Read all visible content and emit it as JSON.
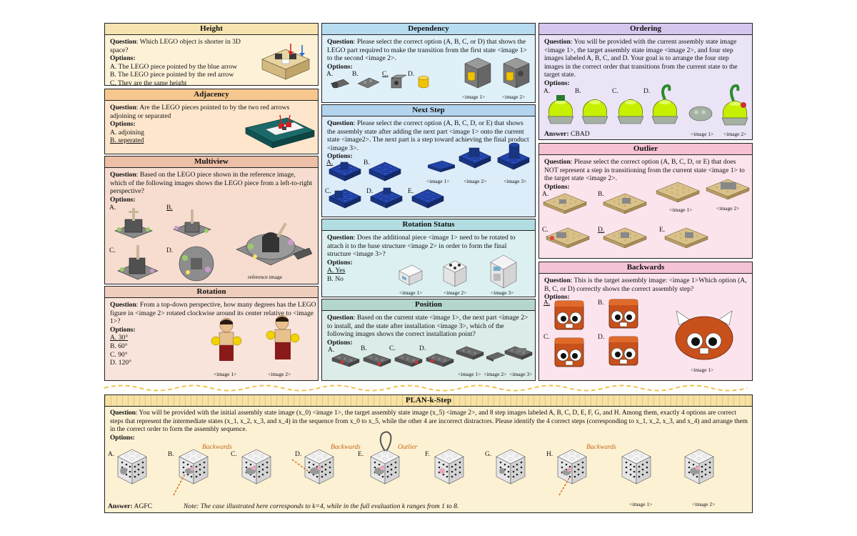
{
  "height": {
    "title": "Height",
    "question_label": "Question",
    "question": ": Which LEGO object is shorter in 3D space?",
    "options_label": "Options:",
    "options": [
      "A. The LEGO piece pointed by the blue arrow",
      "B. The LEGO piece pointed by the red arrow",
      "C. They are the same height"
    ]
  },
  "adjacency": {
    "title": "Adjacency",
    "question_label": "Question",
    "question": ": Are the LEGO pieces pointed to by the two red arrows adjoining or separated",
    "options_label": "Options:",
    "options": [
      "A. adjoining",
      "B. seperated"
    ]
  },
  "multiview": {
    "title": "Multiview",
    "question_label": "Question",
    "question": ": Based on the LEGO piece shown in the reference image, which of the following images shows the LEGO piece from a left-to-right perspective?",
    "options_label": "Options:",
    "labels": [
      "A.",
      "B.",
      "C.",
      "D."
    ],
    "ref_caption": "reference image"
  },
  "rotation": {
    "title": "Rotation",
    "question_label": "Question",
    "question": ": From a top-down perspective, how many degrees has the LEGO figure in <image 2> rotated clockwise around its center relative to <image 1>?",
    "options_label": "Options:",
    "options": [
      "A. 30°",
      "B. 60°",
      "C. 90°",
      "D. 120°"
    ],
    "captions": [
      "<image 1>",
      "<image 2>"
    ]
  },
  "dependency": {
    "title": "Dependency",
    "question_label": "Question",
    "question": ": Please select the correct option (A, B, C, or D) that shows the LEGO part required to make the transition from the first state <image 1>  to the second <image 2>.",
    "options_label": "Options:",
    "labels": [
      "A.",
      "B.",
      "C.",
      "D."
    ],
    "captions": [
      "<image 1>",
      "<image 2>"
    ]
  },
  "nextstep": {
    "title": "Next Step",
    "question_label": "Question",
    "question": ": Please select the correct option (A, B, C, D, or E) that shows the assembly state after adding the next part <image 1> onto the current state <image2>. The next part is a step toward achieving the final product <image 3>.",
    "options_label": "Options:",
    "labels": [
      "A.",
      "B.",
      "C.",
      "D.",
      "E."
    ],
    "captions": [
      "<image 1>",
      "<image 2>",
      "<image 3>"
    ]
  },
  "rotstatus": {
    "title": "Rotation Status",
    "question_label": "Question",
    "question": ": Does the additional piece <image 1> need to be rotated to attach it to the base structure <image 2> in order to form the final structure <image 3>?",
    "options_label": "Options:",
    "options": [
      "A. Yes",
      "B. No"
    ],
    "captions": [
      "<image 1>",
      "<image 2>",
      "<image 3>"
    ]
  },
  "position": {
    "title": "Position",
    "question_label": "Question",
    "question": ": Based on the current state <image 1>, the next part <image 2> to install, and the state after installation <image 3>, which of the following images shows the correct installation point?",
    "options_label": "Options:",
    "labels": [
      "A.",
      "B.",
      "C.",
      "D."
    ],
    "captions": [
      "<image 1>",
      "<image 2>",
      "<image 3>"
    ]
  },
  "ordering": {
    "title": "Ordering",
    "question_label": "Question",
    "question": ": You will be provided with the current assembly state image <image 1>, the target assembly state image <image 2>, and four step images labeled A, B, C, and D. Your goal is to arrange the four step images in the correct order that transitions from the current state to the target state.",
    "options_label": "Options:",
    "labels": [
      "A.",
      "B.",
      "C.",
      "D."
    ],
    "captions": [
      "<image 1>",
      "<image 2>"
    ],
    "answer_label": "Answer:",
    "answer": "CBAD"
  },
  "outlier": {
    "title": "Outlier",
    "question_label": "Question",
    "question": ": Please select the correct option (A, B, C, D, or E) that does NOT represent a step in transitioning from the current state <image 1> to the target state <image 2>.",
    "options_label": "Options:",
    "labels": [
      "A.",
      "B.",
      "C.",
      "D.",
      "E."
    ],
    "captions": [
      "<image 1>",
      "<image 2>"
    ]
  },
  "backwards": {
    "title": "Backwards",
    "question_label": "Question",
    "question": ": This is the target assembly image: <image 1>Which option (A, B, C, or D) correctly shows the correct assembly step?",
    "options_label": "Options:",
    "labels": [
      "A.",
      "B.",
      "C.",
      "D."
    ],
    "captions": [
      "<image 1>"
    ]
  },
  "plank": {
    "title": "PLAN-k-Step",
    "question_label": "Question",
    "question": ": You will be provided with the initial assembly state image (x_0) <image 1>, the target assembly state image (x_5) <image 2>, and 8 step images labeled A, B, C, D, E, F, G, and H.  Among them, exactly 4 options are correct steps that represent the intermediate states (x_1, x_2, x_3, and x_4) in the sequence from x_0 to x_5, while the other 4 are incorrect distractors. Please identify the 4 correct steps (corresponding to x_1, x_2, x_3, and x_4) and arrange them in the correct order to form the assembly sequence.",
    "options_label": "Options:",
    "labels": [
      "A.",
      "B.",
      "C.",
      "D.",
      "E.",
      "F.",
      "G.",
      "H."
    ],
    "annotations": [
      "Backwards",
      "Backwards",
      "Outlier",
      "Backwards"
    ],
    "captions": [
      "<image 1>",
      "<image 2>"
    ],
    "answer_label": "Answer:",
    "answer": "AGFC",
    "note": "Note: The case illustrated here corresponds to k=4, while in the full evaluation k ranges from 1 to 8."
  }
}
